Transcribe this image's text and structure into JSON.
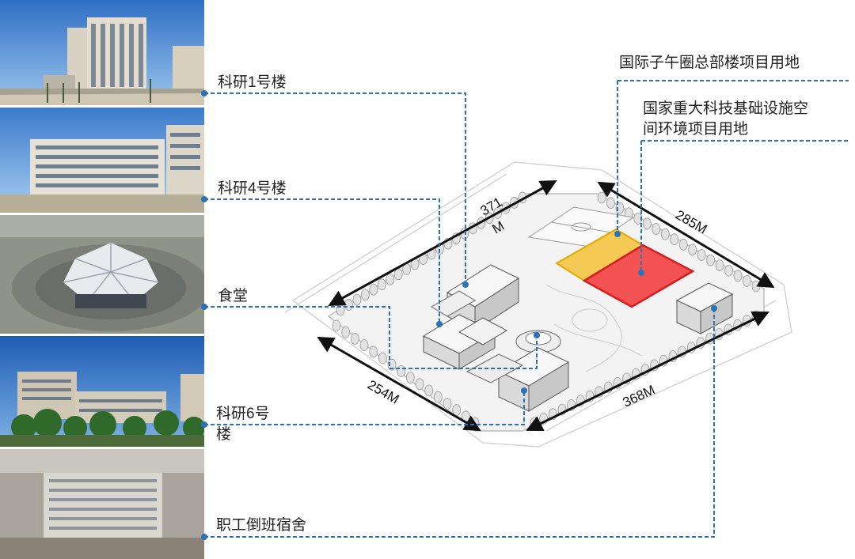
{
  "buildings": [
    {
      "label": "科研1号楼"
    },
    {
      "label": "科研4号楼"
    },
    {
      "label": "食堂"
    },
    {
      "label_line1": "科研6号",
      "label_line2": "楼"
    },
    {
      "label": "职工倒班宿舍"
    }
  ],
  "project_sites": {
    "site_a": "国际子午圈总部楼项目用地",
    "site_b_line1": "国家重大科技基础设施空",
    "site_b_line2": "间环境项目用地",
    "site_a_color": "#f5c542",
    "site_b_color": "#f2403f"
  },
  "dimensions": {
    "top_left_1": "371",
    "top_left_2": "M",
    "top_right": "285M",
    "bottom_left": "254M",
    "bottom_right": "368M"
  },
  "colors": {
    "leader_line": "#2a73b8",
    "sky": "#5f9fd8"
  }
}
